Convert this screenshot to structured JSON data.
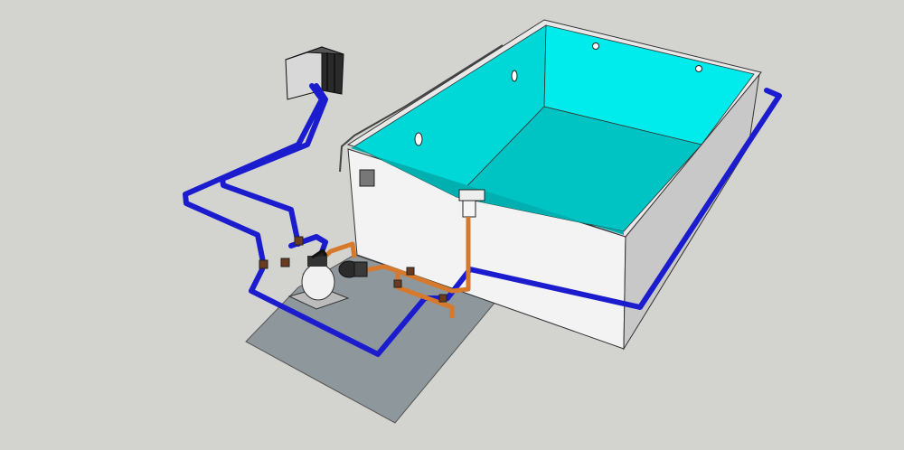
{
  "scene": {
    "type": "pool-plumbing-3d-model",
    "colors": {
      "background": "#d3d3cf",
      "slab": "#8e979b",
      "wall_front": "#f2f2f2",
      "wall_side": "#c9c9c9",
      "water_wall": "#00e6e6",
      "water_floor": "#00c4c4",
      "pipe_blue": "#1c1ccf",
      "pipe_orange": "#d7792c",
      "fitting": "#6b3a20",
      "heat_pump": "#2a2a2a"
    },
    "components": [
      "heat-pump",
      "sand-filter",
      "pump",
      "skimmer",
      "pool-basin",
      "equipment-slab",
      "return-jets"
    ]
  }
}
